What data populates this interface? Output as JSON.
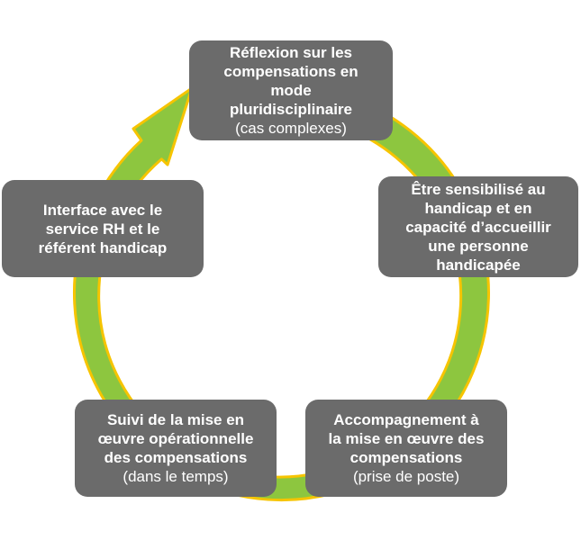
{
  "colors": {
    "ring_fill": "#8dc63f",
    "ring_outline": "#f6c400",
    "box_fill": "#6b6b6b",
    "text": "#ffffff"
  },
  "nodes": [
    {
      "title": "Réflexion sur les\ncompensations en\nmode\npluridisciplinaire",
      "subtitle": "(cas complexes)"
    },
    {
      "title": "Être sensibilisé au\nhandicap et en\ncapacité d’accueillir\nune personne\nhandicapée",
      "subtitle": ""
    },
    {
      "title": "Accompagnement à\nla mise en œuvre des\ncompensations",
      "subtitle": "(prise de poste)"
    },
    {
      "title": "Suivi de la mise en\nœuvre opérationnelle\ndes compensations",
      "subtitle": "(dans le temps)"
    },
    {
      "title": "Interface avec le\nservice RH et le\nréférent handicap",
      "subtitle": ""
    }
  ]
}
